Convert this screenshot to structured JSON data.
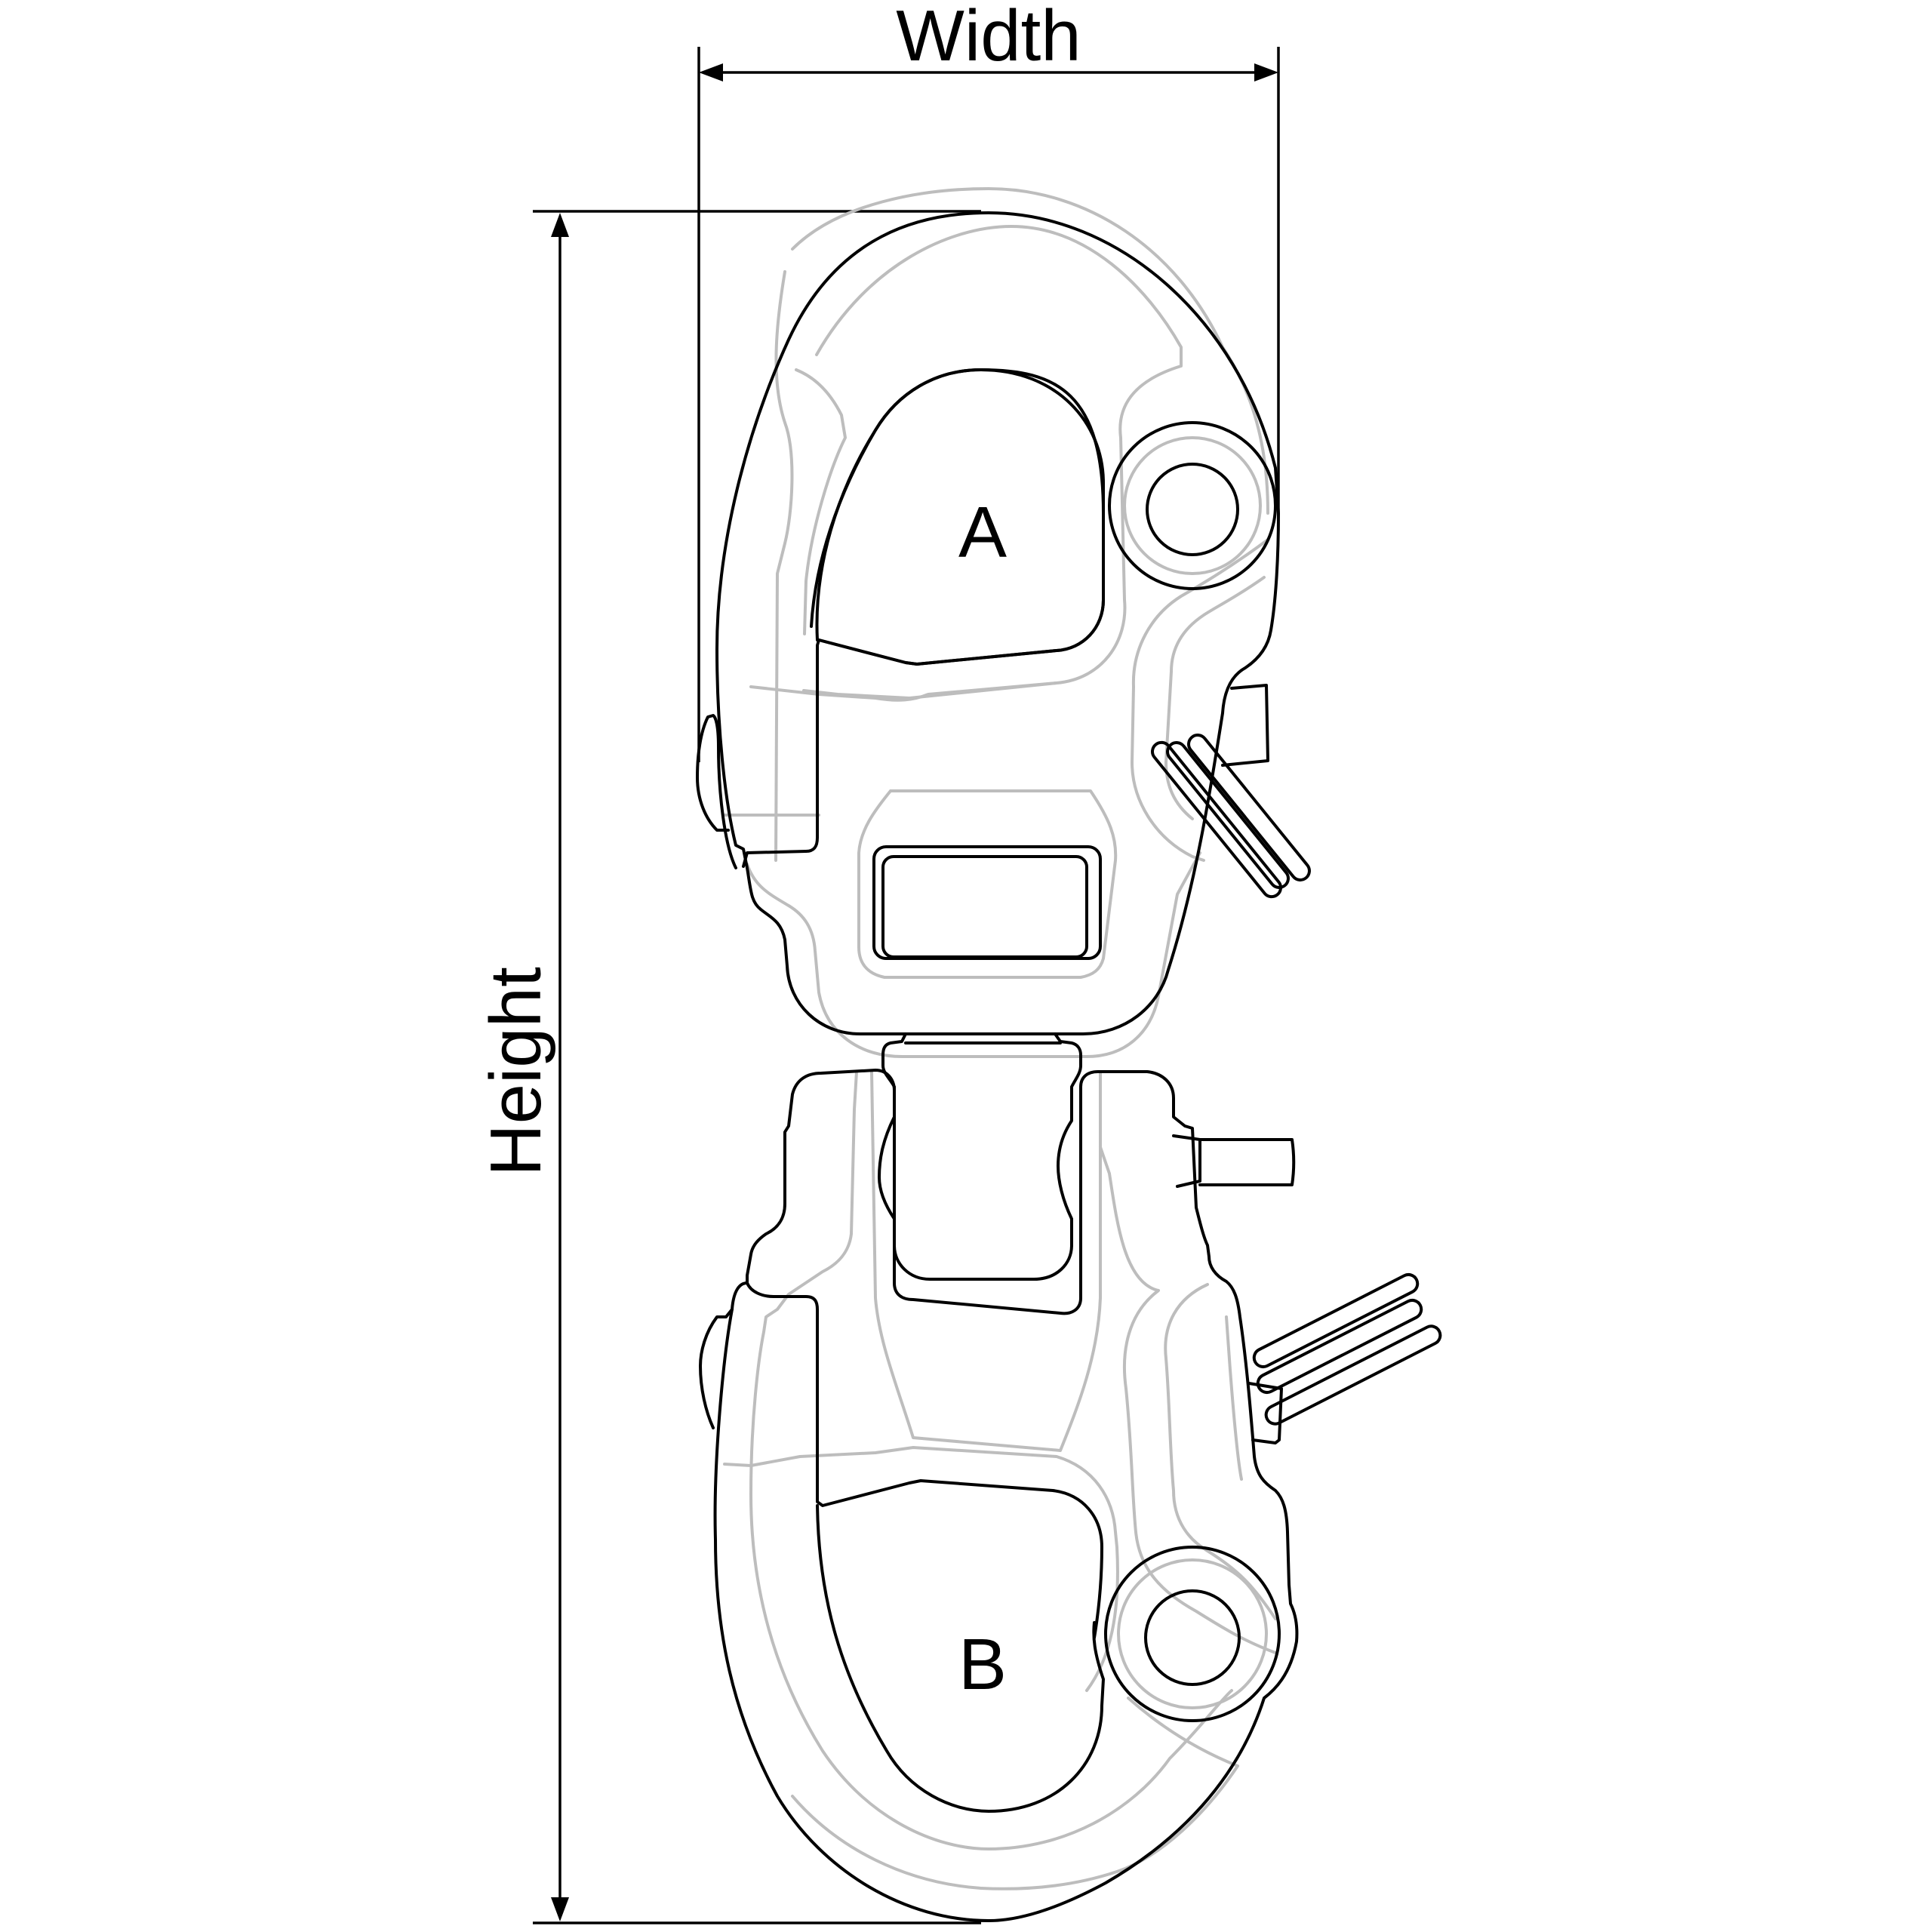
{
  "dimensions": {
    "width_label": "Width",
    "height_label": "Height"
  },
  "parts": {
    "upper_eye_label": "A",
    "lower_eye_label": "B"
  },
  "colors": {
    "outline": "#000000",
    "inner_contour": "#bdbdbd",
    "background": "#ffffff"
  }
}
